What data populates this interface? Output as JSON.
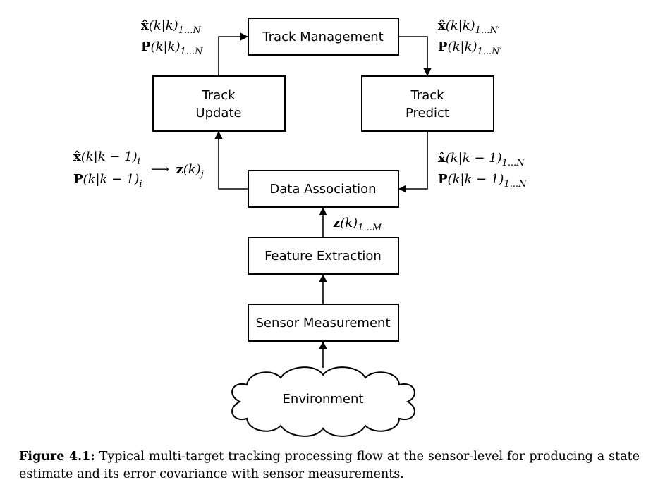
{
  "boxes": {
    "track_management": "Track Management",
    "track_update": [
      "Track",
      "Update"
    ],
    "track_predict": [
      "Track",
      "Predict"
    ],
    "data_association": "Data Association",
    "feature_extraction": "Feature Extraction",
    "sensor_measurement": "Sensor Measurement",
    "environment": "Environment"
  },
  "labels": {
    "update_to_mgmt": {
      "x": "x̂",
      "xarg": "(k|k)",
      "xsub": "1...N",
      "p": "P",
      "parg": "(k|k)",
      "psub": "1...N"
    },
    "mgmt_to_predict": {
      "x": "x̂",
      "xarg": "(k|k)",
      "xsub": "1...N′",
      "p": "P",
      "parg": "(k|k)",
      "psub": "1...N′"
    },
    "predict_to_assoc": {
      "x": "x̂",
      "xarg": "(k|k − 1)",
      "xsub": "1...N",
      "p": "P",
      "parg": "(k|k − 1)",
      "psub": "1...N"
    },
    "assoc_to_update": {
      "x": "x̂",
      "xarg": "(k|k − 1)",
      "xsub": "i",
      "p": "P",
      "parg": "(k|k − 1)",
      "psub": "i",
      "arrow": "⟶",
      "z": "z",
      "zarg": "(k)",
      "zsub": "j"
    },
    "feature_to_assoc": {
      "z": "z",
      "zarg": "(k)",
      "zsub": "1...M"
    }
  },
  "caption": {
    "label": "Figure 4.1:",
    "text": "Typical multi-target tracking processing flow at the sensor-level for producing a state estimate and its error covariance with sensor measurements."
  }
}
